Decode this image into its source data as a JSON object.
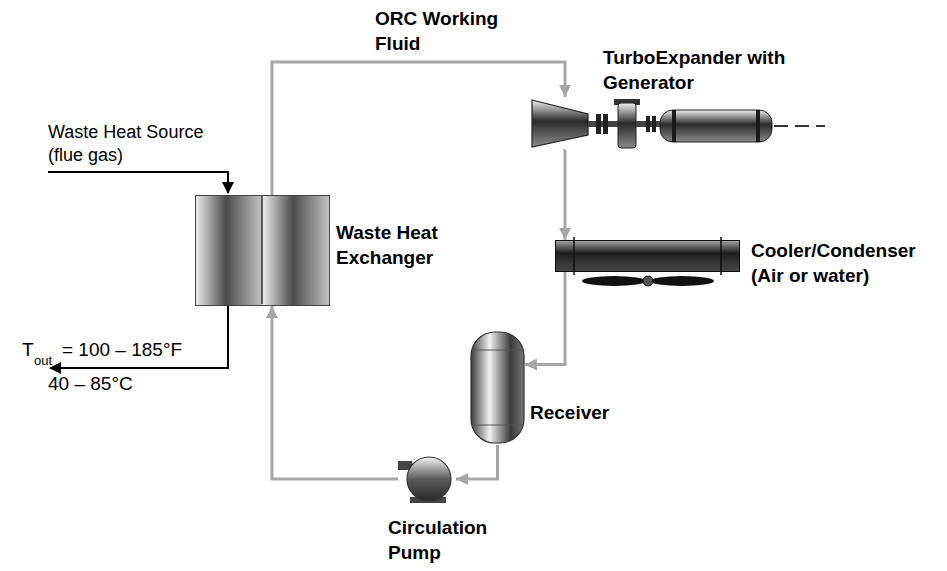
{
  "diagram": {
    "nodes": [
      {
        "text": [
          "Waste Heat Exchanger"
        ]
      },
      {
        "text": [
          "TurboExpander with Generator"
        ]
      },
      {
        "text": [
          "Cooler/Condenser (Air or water)"
        ]
      },
      {
        "text": [
          "Receiver"
        ]
      },
      {
        "text": [
          "Circulation Pump"
        ]
      }
    ],
    "edges": [
      {
        "from": 0,
        "to": 1,
        "arrow": "to",
        "label": "ORC Working Fluid"
      },
      {
        "from": 1,
        "to": 2,
        "arrow": "to"
      },
      {
        "from": 2,
        "to": 3,
        "arrow": "to"
      },
      {
        "from": 3,
        "to": 4,
        "arrow": "to"
      },
      {
        "from": 4,
        "to": 0,
        "arrow": "to"
      }
    ],
    "labels": [
      "Waste Heat Source (flue gas)",
      "T",
      "out",
      "= 100 – 185°F",
      "40 – 85°C"
    ]
  }
}
